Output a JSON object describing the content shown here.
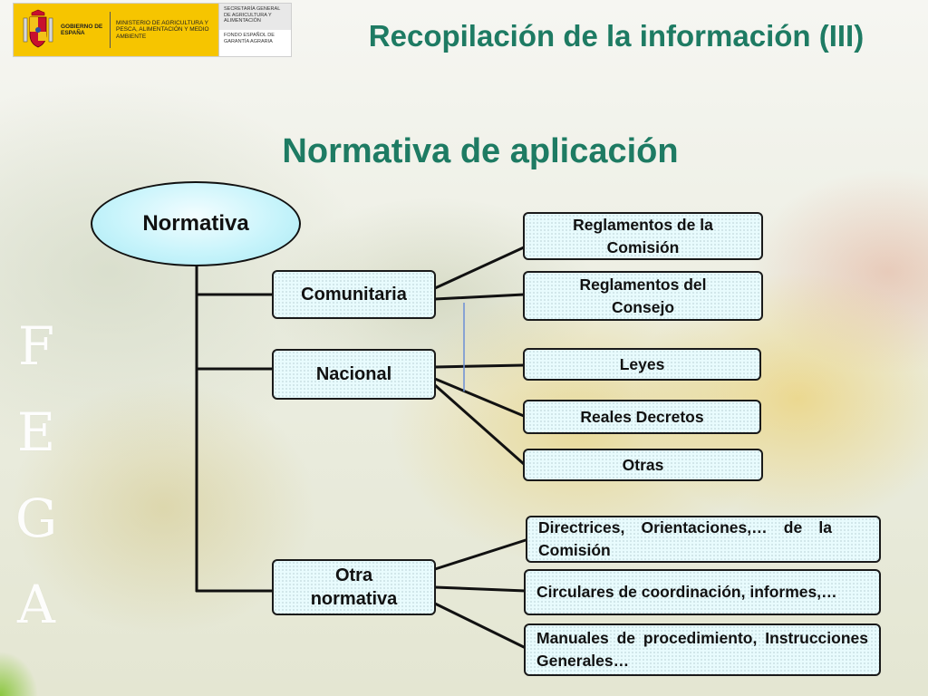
{
  "header": {
    "gov_line1": "Gobierno de España",
    "ministry": "Ministerio de Agricultura y Pesca, Alimentación y Medio Ambiente",
    "agency1": "Secretaría General de Agricultura y Alimentación",
    "agency2": "Fondo Español de Garantía Agraria",
    "crest_icon": "royal-crest-icon",
    "brand_yellow": "#f6c500"
  },
  "title": "Recopilación de la información (III)",
  "subtitle": "Normativa de aplicación",
  "watermark": {
    "letters": [
      "F",
      "E",
      "G",
      "A"
    ]
  },
  "diagram": {
    "root": "Normativa",
    "branches": [
      {
        "label": "Comunitaria",
        "children": [
          "Reglamentos de la Comisión",
          "Reglamentos del Consejo"
        ]
      },
      {
        "label": "Nacional",
        "children": [
          "Leyes",
          "Reales Decretos",
          "Otras"
        ]
      },
      {
        "label": "Otra normativa",
        "children": [
          "Directrices, Orientaciones,… de la Comisión",
          "Circulares de coordinación, informes,…",
          "Manuales de procedimiento, Instrucciones Generales…"
        ]
      }
    ]
  },
  "colors": {
    "title_green": "#1e7b63",
    "box_fill": "#e8fbfd",
    "oval_fill": "#c8f4fb"
  }
}
